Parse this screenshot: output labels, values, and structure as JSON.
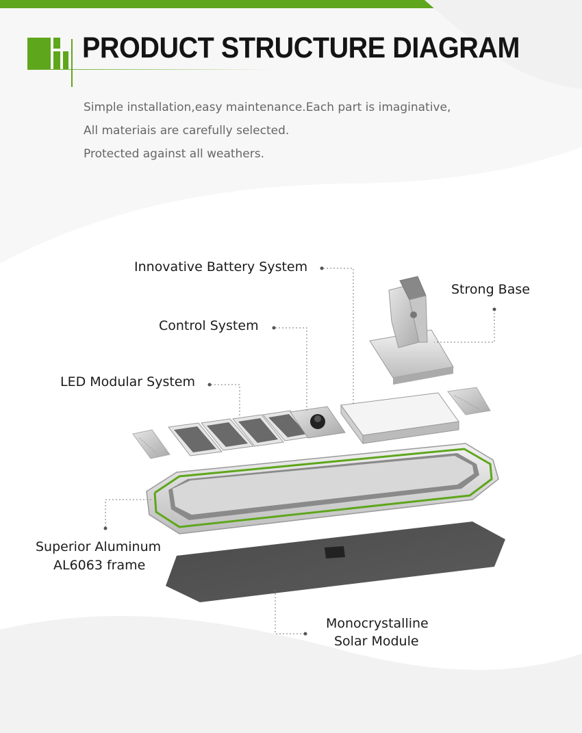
{
  "header": {
    "title": "PRODUCT STRUCTURE DIAGRAM",
    "description": [
      "Simple installation,easy maintenance.Each part is imaginative,",
      "All materiais are carefully selected.",
      "Protected against all weathers."
    ]
  },
  "labels": {
    "battery": "Innovative Battery System",
    "base": "Strong Base",
    "control": "Control System",
    "led": "LED Modular System",
    "frame_line1": "Superior Aluminum",
    "frame_line2": "AL6063 frame",
    "solar_line1": "Monocrystalline",
    "solar_line2": "Solar Module"
  },
  "colors": {
    "accent": "#5ea61c",
    "panel": "#555555"
  }
}
